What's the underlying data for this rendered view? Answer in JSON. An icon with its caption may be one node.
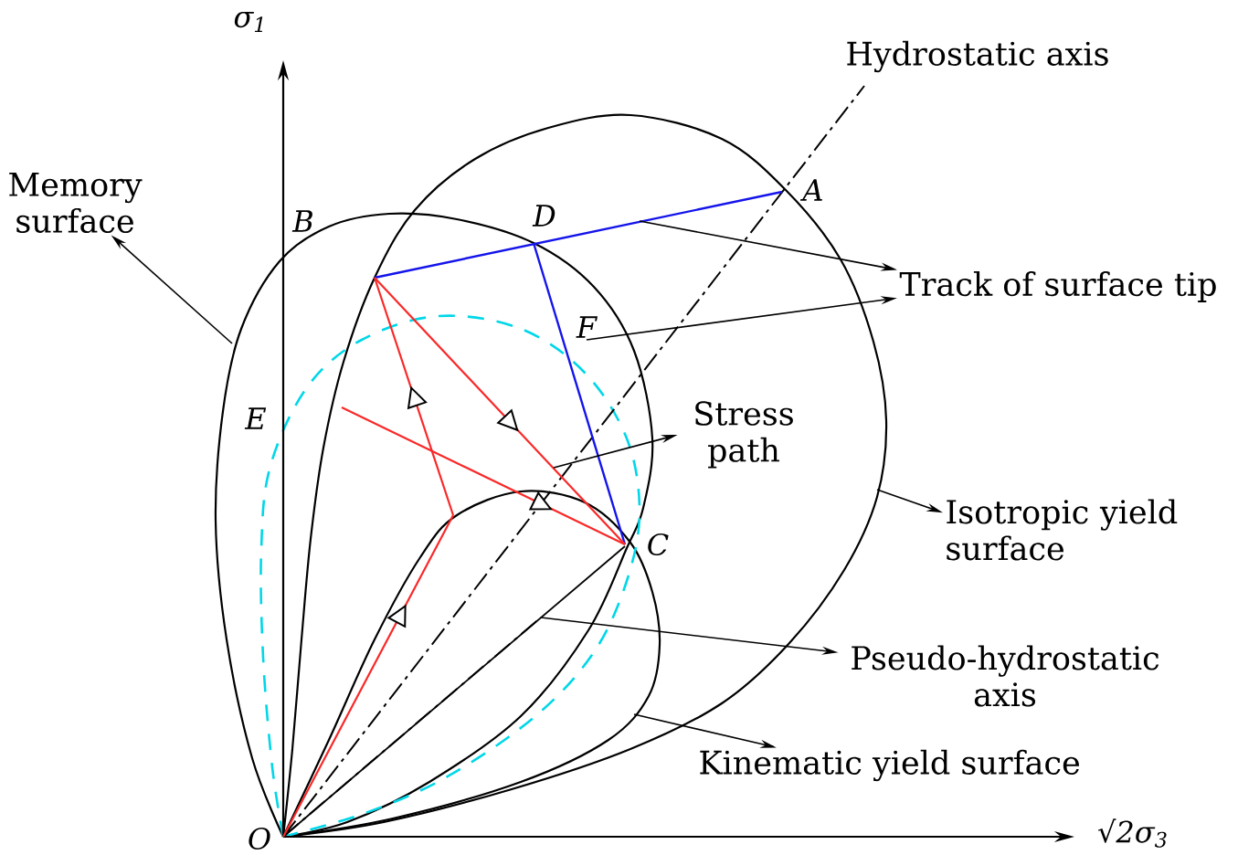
{
  "diagram": {
    "nodes": [
      {
        "text": [
          "Memory surface"
        ]
      },
      {
        "text": [
          "Track of surface tip"
        ]
      },
      {
        "text": [
          "Stress path"
        ]
      },
      {
        "text": [
          "Isotropic yield surface"
        ]
      },
      {
        "text": [
          "Pseudo-hydrostatic axis"
        ]
      },
      {
        "text": [
          "Kinematic yield surface"
        ]
      },
      {
        "text": [
          "F"
        ]
      }
    ],
    "edges": [
      {
        "from": null,
        "to": 0,
        "arrow": "to"
      },
      {
        "from": null,
        "to": 1,
        "arrow": "to"
      },
      {
        "from": 6,
        "to": 1,
        "arrow": "to"
      },
      {
        "from": null,
        "to": 2,
        "arrow": "to"
      },
      {
        "from": null,
        "to": 3,
        "arrow": "to"
      },
      {
        "from": null,
        "to": 4,
        "arrow": "to"
      },
      {
        "from": null,
        "to": 5,
        "arrow": "to"
      }
    ],
    "labels": [
      "σ$_{1}$",
      "Hydrostatic axis",
      "A",
      "B",
      "D",
      "E",
      "C",
      "O",
      "√2σ$_{3}$"
    ]
  }
}
